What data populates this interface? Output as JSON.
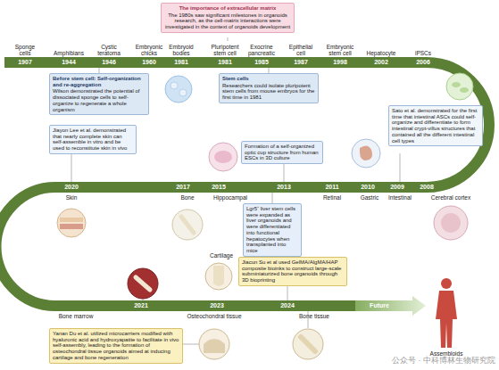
{
  "diagram": {
    "nodes": [
      {
        "text": [
          "The importance of extracellular matrix",
          "The 1980s saw significant milestones in organoids research, as the cell-matrix interactions were investigated in the context of organoids development"
        ]
      },
      {
        "text": [
          "Before stem cell: Self-organization and re-aggregation",
          "Wilson demonstrated the potential of dissociated sponge cells to self-organize to regenerate a whole organism"
        ]
      },
      {
        "text": [
          "Stem cells",
          "Researchers could isolate pluripotent stem cells from mouse embryos for the first time in 1981"
        ]
      },
      {
        "text": [
          "Sato et al. demonstrated for the first time that intestinal ASCs could self-organize and differentiate to form intestinal crypt-villus structures that contained all the different intestinal cell types"
        ]
      },
      {
        "text": [
          "Jiayon Lee et al. demonstrated that nearly complete skin can self-assemble in vitro and be used to reconstitute skin in vivo"
        ]
      },
      {
        "text": [
          "Formation of a self-organized optic cup structure from human ESCs in 3D culture"
        ]
      },
      {
        "text": [
          "Lgr5⁺ liver stem cells were expanded as liver organoids and were differentiated into functional hepatocytes when transplanted into mice"
        ]
      },
      {
        "text": [
          "Jiacun Su et al used GelMA/AlgMA/HAP composite bioinks to construct large-scale subminiaturized bone organoids through 3D bioprinting"
        ]
      },
      {
        "text": [
          "Yanan Du et al. utilized microcarriers modified with hyaluronic acid and hydroxyapatite to facilitate in vivo self-assembly, leading to the formation of osteochondral tissue organoids aimed at inducing cartilage and bone regeneration"
        ]
      }
    ],
    "labels": [
      "Sponge cells",
      "1907",
      "Amphibians",
      "1944",
      "Cystic teratoma",
      "1946",
      "Embryonic chicks",
      "1960",
      "Embryoid bodies",
      "1981",
      "Pluripotent stem cell",
      "1981",
      "Exocrine pancreatic",
      "1985",
      "Epithelial cell",
      "1987",
      "Embryonic stem cell",
      "1998",
      "Hepatocyte",
      "2002",
      "iPSCs",
      "2006",
      "2020",
      "Skin",
      "2017",
      "Bone",
      "2015",
      "Hippocampal",
      "2013",
      "2011",
      "Retinal",
      "2010",
      "Gastric",
      "2009",
      "Intestinal",
      "2008",
      "Cerebral cortex",
      "Bone marrow",
      "2021",
      "Cartilage",
      "2023",
      "Osteochondral tissue",
      "2024",
      "Bone tissue",
      "Future",
      "Assembloids",
      "公众号 · 中科博林生物研究院"
    ]
  }
}
